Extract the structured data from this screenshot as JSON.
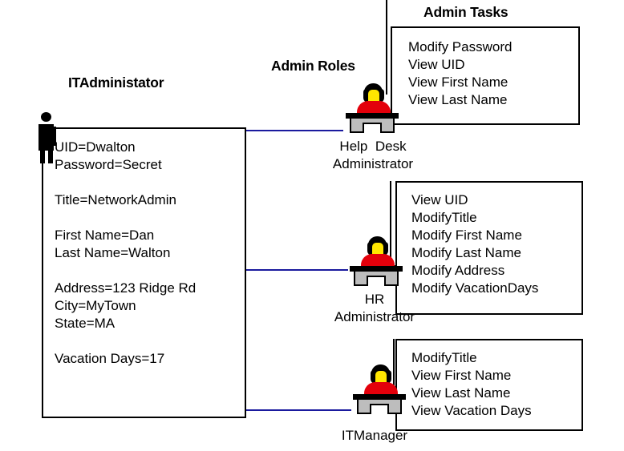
{
  "diagram": {
    "headings": {
      "it_administrator": "ITAdministator",
      "admin_roles": "Admin Roles",
      "admin_tasks": "Admin Tasks"
    },
    "actor_box": {
      "name": "it-administrator-attributes",
      "lines": "UID=Dwalton\nPassword=Secret\n\nTitle=NetworkAdmin\n\nFirst Name=Dan\nLast Name=Walton\n\nAddress=123 Ridge Rd\nCity=MyTown\nState=MA\n\nVacation Days=17",
      "attributes": [
        "UID=Dwalton",
        "Password=Secret",
        "Title=NetworkAdmin",
        "First Name=Dan",
        "Last Name=Walton",
        "Address=123 Ridge Rd",
        "City=MyTown",
        "State=MA",
        "Vacation Days=17"
      ]
    },
    "roles": [
      {
        "id": "help-desk-administrator",
        "label": "Help  Desk\nAdministrator",
        "tasks_text": "Modify Password\nView UID\nView First Name\nView Last Name",
        "tasks": [
          "Modify Password",
          "View UID",
          "View First Name",
          "View Last Name"
        ]
      },
      {
        "id": "hr-administrator",
        "label": "HR\nAdministrator",
        "tasks_text": "View UID\nModifyTitle\nModify First Name\nModify Last Name\nModify Address\nModify VacationDays",
        "tasks": [
          "View UID",
          "ModifyTitle",
          "Modify First Name",
          "Modify Last Name",
          "Modify Address",
          "Modify VacationDays"
        ]
      },
      {
        "id": "it-manager",
        "label": "ITManager",
        "tasks_text": "ModifyTitle\nView First Name\nView Last Name\nView Vacation Days",
        "tasks": [
          "ModifyTitle",
          "View First Name",
          "View Last Name",
          "View Vacation Days"
        ]
      }
    ],
    "colors": {
      "connector_line": "#1a1a9e",
      "box_border": "#000000",
      "actor_fill": "#000000",
      "person_shirt": "#e3000b",
      "person_face": "#ffe600",
      "person_hair": "#000000",
      "desk_fill": "#bdbdbd",
      "background": "#ffffff"
    },
    "icons": {
      "actor": "stick-figure-actor-icon",
      "role": "person-at-desk-icon"
    }
  }
}
